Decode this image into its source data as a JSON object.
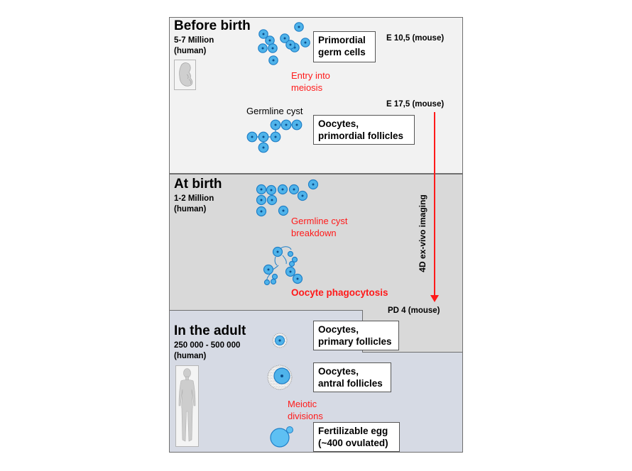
{
  "colors": {
    "cell_fill": "#4fb3ea",
    "cell_stroke": "#1f7fc7",
    "cell_nucleus": "#0b4e8c",
    "accent_red": "#ff1a1a",
    "before_birth_bg": "#f2f2f2",
    "at_birth_bg": "#d9d9d9",
    "adult_bg": "#d6dae4"
  },
  "sections": {
    "before_birth": {
      "title": "Before birth",
      "count": "5-7 Million\n(human)",
      "icon": "fetus-icon",
      "stage_1": "E 10,5 (mouse)",
      "stage_2": "E 17,5 (mouse)",
      "box_1": "Primordial\ngerm cells",
      "event_1": "Entry into\nmeiosis",
      "cyst_label": "Germline cyst",
      "box_2": "Oocytes,\nprimordial follicles"
    },
    "at_birth": {
      "title": "At birth",
      "count": "1-2 Million\n(human)",
      "event_1": "Germline cyst\nbreakdown",
      "event_2": "Oocyte phagocytosis",
      "stage": "PD 4 (mouse)"
    },
    "adult": {
      "title": "In the adult",
      "count": "250 000 - 500 000\n(human)",
      "icon": "female-body-icon",
      "box_1": "Oocytes,\nprimary follicles",
      "box_2": "Oocytes,\nantral follicles",
      "event_1": "Meiotic\ndivisions",
      "box_3": "Fertilizable egg\n(~400 ovulated)"
    }
  },
  "arrow": {
    "label": "4D ex-vivo imaging",
    "from": "E 17,5 (mouse)",
    "to": "PD 4 (mouse)"
  }
}
